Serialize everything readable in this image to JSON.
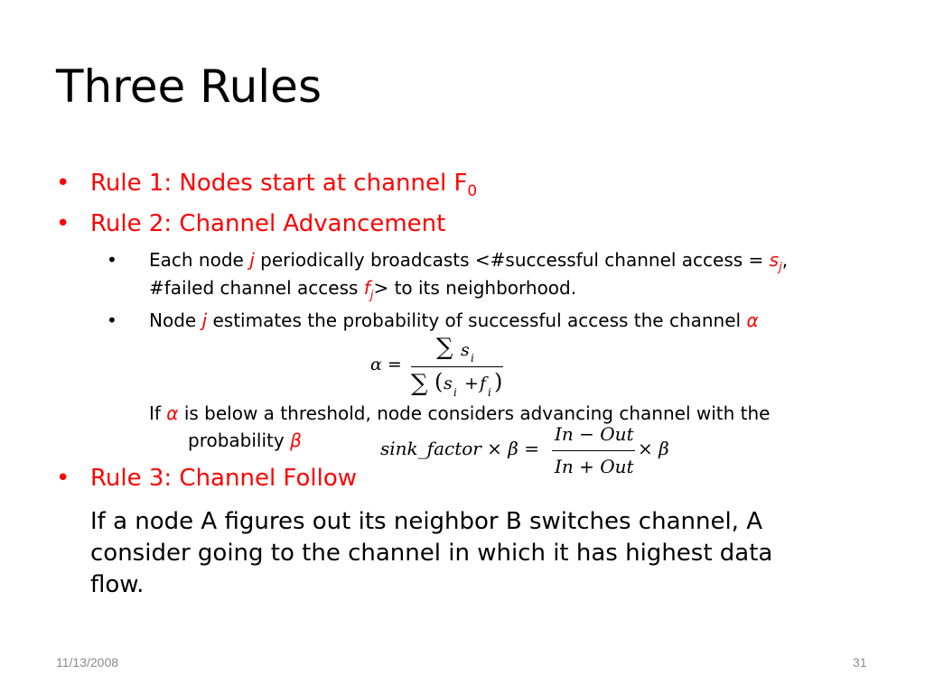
{
  "slide": {
    "title": "Three Rules",
    "bullet_char": "•",
    "rule1": {
      "text": "Rule 1: Nodes start at channel F",
      "sub": "0"
    },
    "rule2": {
      "text": "Rule 2: Channel Advancement"
    },
    "sub1": {
      "a": "Each node ",
      "j": "j",
      "b": " periodically broadcasts <#successful channel access = ",
      "s": "s",
      "s_sub": "j",
      "c": ",",
      "d": "#failed channel access ",
      "f": "f",
      "f_sub": "j",
      "e": "> to its neighborhood."
    },
    "sub2": {
      "a": "Node ",
      "j": "j",
      "b": " estimates the probability of successful access the channel ",
      "alpha": "α"
    },
    "if_line": {
      "a": "If ",
      "alpha": "α",
      "b": " is below a threshold, node considers advancing channel with the",
      "c": "probability ",
      "beta": "β"
    },
    "rule3": {
      "text": "Rule 3: Channel Follow"
    },
    "rule3_body": {
      "line1": "If a node A figures out its neighbor B switches channel, A",
      "line2": "consider going to the channel in which it has highest data",
      "line3": "flow."
    },
    "formula_alpha": {
      "lhs": "α =",
      "num_sum": "∑",
      "num_var": "s",
      "num_sub": "i",
      "den_sum": "∑",
      "den_open": "(",
      "den_s": "s",
      "den_s_sub": "i",
      "den_plus": "+",
      "den_f": "f",
      "den_f_sub": "i",
      "den_close": ")"
    },
    "formula_sink": {
      "lhs": "sink_factor × β =",
      "num": "In − Out",
      "den": "In + Out",
      "rhs": "× β"
    }
  },
  "footer": {
    "date": "11/13/2008",
    "page": "31"
  }
}
